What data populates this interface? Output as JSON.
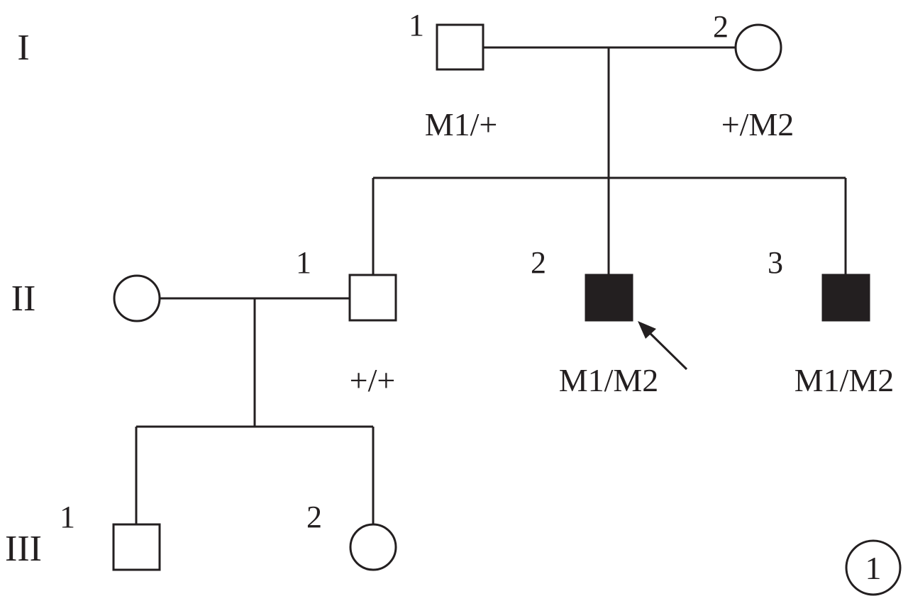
{
  "generations": [
    "I",
    "II",
    "III"
  ],
  "individuals": [
    {
      "id": "I-1",
      "generation": "I",
      "number": "1",
      "sex": "male",
      "affected": false,
      "genotype": "M1/+",
      "proband": false
    },
    {
      "id": "I-2",
      "generation": "I",
      "number": "2",
      "sex": "female",
      "affected": false,
      "genotype": "+/M2",
      "proband": false
    },
    {
      "id": "II-spouse",
      "generation": "II",
      "number": "",
      "sex": "female",
      "affected": false,
      "genotype": "",
      "proband": false
    },
    {
      "id": "II-1",
      "generation": "II",
      "number": "1",
      "sex": "male",
      "affected": false,
      "genotype": "+/+",
      "proband": false
    },
    {
      "id": "II-2",
      "generation": "II",
      "number": "2",
      "sex": "male",
      "affected": true,
      "genotype": "M1/M2",
      "proband": true
    },
    {
      "id": "II-3",
      "generation": "II",
      "number": "3",
      "sex": "male",
      "affected": true,
      "genotype": "M1/M2",
      "proband": false
    },
    {
      "id": "III-1",
      "generation": "III",
      "number": "1",
      "sex": "male",
      "affected": false,
      "genotype": "",
      "proband": false
    },
    {
      "id": "III-2",
      "generation": "III",
      "number": "2",
      "sex": "female",
      "affected": false,
      "genotype": "",
      "proband": false
    }
  ],
  "relationships": [
    {
      "partners": [
        "I-1",
        "I-2"
      ],
      "children": [
        "II-1",
        "II-2",
        "II-3"
      ]
    },
    {
      "partners": [
        "II-spouse",
        "II-1"
      ],
      "children": [
        "III-1",
        "III-2"
      ]
    }
  ],
  "panel_label": "1",
  "colors": {
    "ink": "#231f20",
    "affected_fill": "#231f20",
    "unaffected_fill": "#ffffff"
  }
}
